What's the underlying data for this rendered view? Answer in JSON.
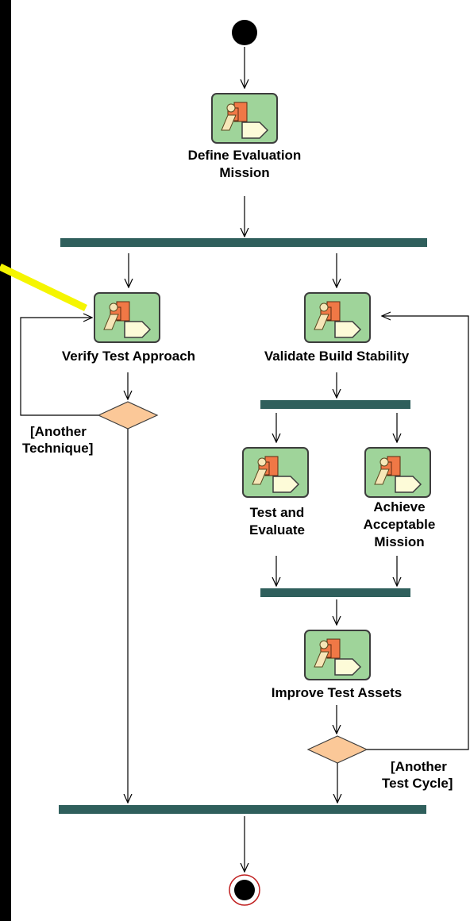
{
  "activities": {
    "define": {
      "line1": "Define Evaluation",
      "line2": "Mission"
    },
    "verify": {
      "line1": "Verify Test Approach"
    },
    "validate": {
      "line1": "Validate Build Stability"
    },
    "test_eval": {
      "line1": "Test and",
      "line2": "Evaluate"
    },
    "achieve": {
      "line1": "Achieve",
      "line2": "Acceptable",
      "line3": "Mission"
    },
    "improve": {
      "line1": "Improve Test Assets"
    }
  },
  "guards": {
    "another_technique": {
      "line1": "[Another",
      "line2": "Technique]"
    },
    "another_cycle": {
      "line1": "[Another",
      "line2": "Test Cycle]"
    }
  },
  "colors": {
    "canvas": "#ffffff",
    "background": "#000000",
    "sync_bar": "#2f5f5c",
    "activity_fill": "#9fd49a",
    "decision_fill": "#fbc898",
    "highlight": "#f5f500"
  }
}
